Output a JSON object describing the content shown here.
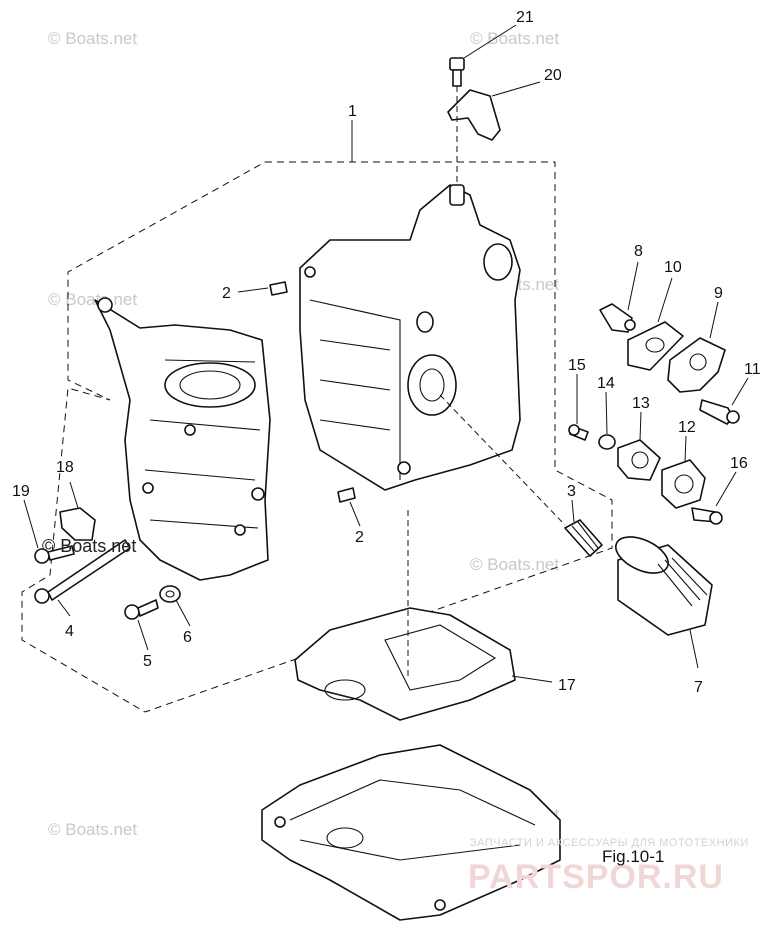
{
  "figure_label": "Fig.10-1",
  "watermarks": {
    "boats": "© Boats.net",
    "store_line": "ЗАПЧАСТИ И АКСЕССУАРЫ ДЛЯ МОТОТЕХНИКИ",
    "store_name": "PARTSPOR.RU"
  },
  "callouts": [
    {
      "id": "1",
      "label": "1"
    },
    {
      "id": "2a",
      "label": "2"
    },
    {
      "id": "2b",
      "label": "2"
    },
    {
      "id": "3",
      "label": "3"
    },
    {
      "id": "4",
      "label": "4"
    },
    {
      "id": "5",
      "label": "5"
    },
    {
      "id": "6",
      "label": "6"
    },
    {
      "id": "7",
      "label": "7"
    },
    {
      "id": "8",
      "label": "8"
    },
    {
      "id": "9",
      "label": "9"
    },
    {
      "id": "10",
      "label": "10"
    },
    {
      "id": "11",
      "label": "11"
    },
    {
      "id": "12",
      "label": "12"
    },
    {
      "id": "13",
      "label": "13"
    },
    {
      "id": "14",
      "label": "14"
    },
    {
      "id": "15",
      "label": "15"
    },
    {
      "id": "16",
      "label": "16"
    },
    {
      "id": "17",
      "label": "17"
    },
    {
      "id": "18",
      "label": "18"
    },
    {
      "id": "19",
      "label": "19"
    },
    {
      "id": "20",
      "label": "20"
    },
    {
      "id": "21",
      "label": "21"
    }
  ]
}
